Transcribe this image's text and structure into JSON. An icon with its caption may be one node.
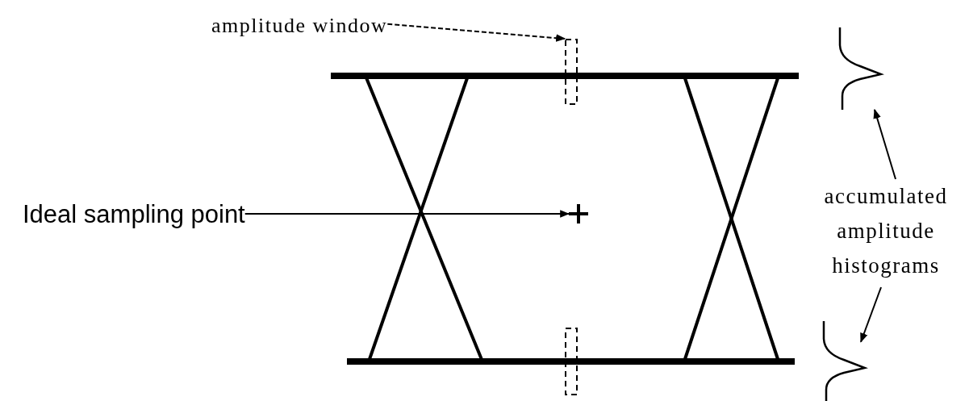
{
  "diagram": {
    "nodes": [
      {
        "text": [
          "amplitude window"
        ]
      },
      {
        "text": [],
        "shape": "box"
      },
      {
        "text": [],
        "shape": "box"
      },
      {
        "text": [
          "Ideal sampling point"
        ]
      },
      {
        "text": [],
        "shape": "cross"
      },
      {
        "text": [
          "accumulated amplitude histograms"
        ]
      },
      {
        "text": [],
        "shape": "curve"
      },
      {
        "text": [],
        "shape": "curve"
      }
    ],
    "edges": [
      {
        "from": 0,
        "to": 1,
        "arrow": "to",
        "style": "dashed"
      },
      {
        "from": 3,
        "to": 4,
        "arrow": "to"
      },
      {
        "from": 5,
        "to": 6,
        "arrow": "to"
      },
      {
        "from": 5,
        "to": 7,
        "arrow": "to"
      }
    ]
  }
}
